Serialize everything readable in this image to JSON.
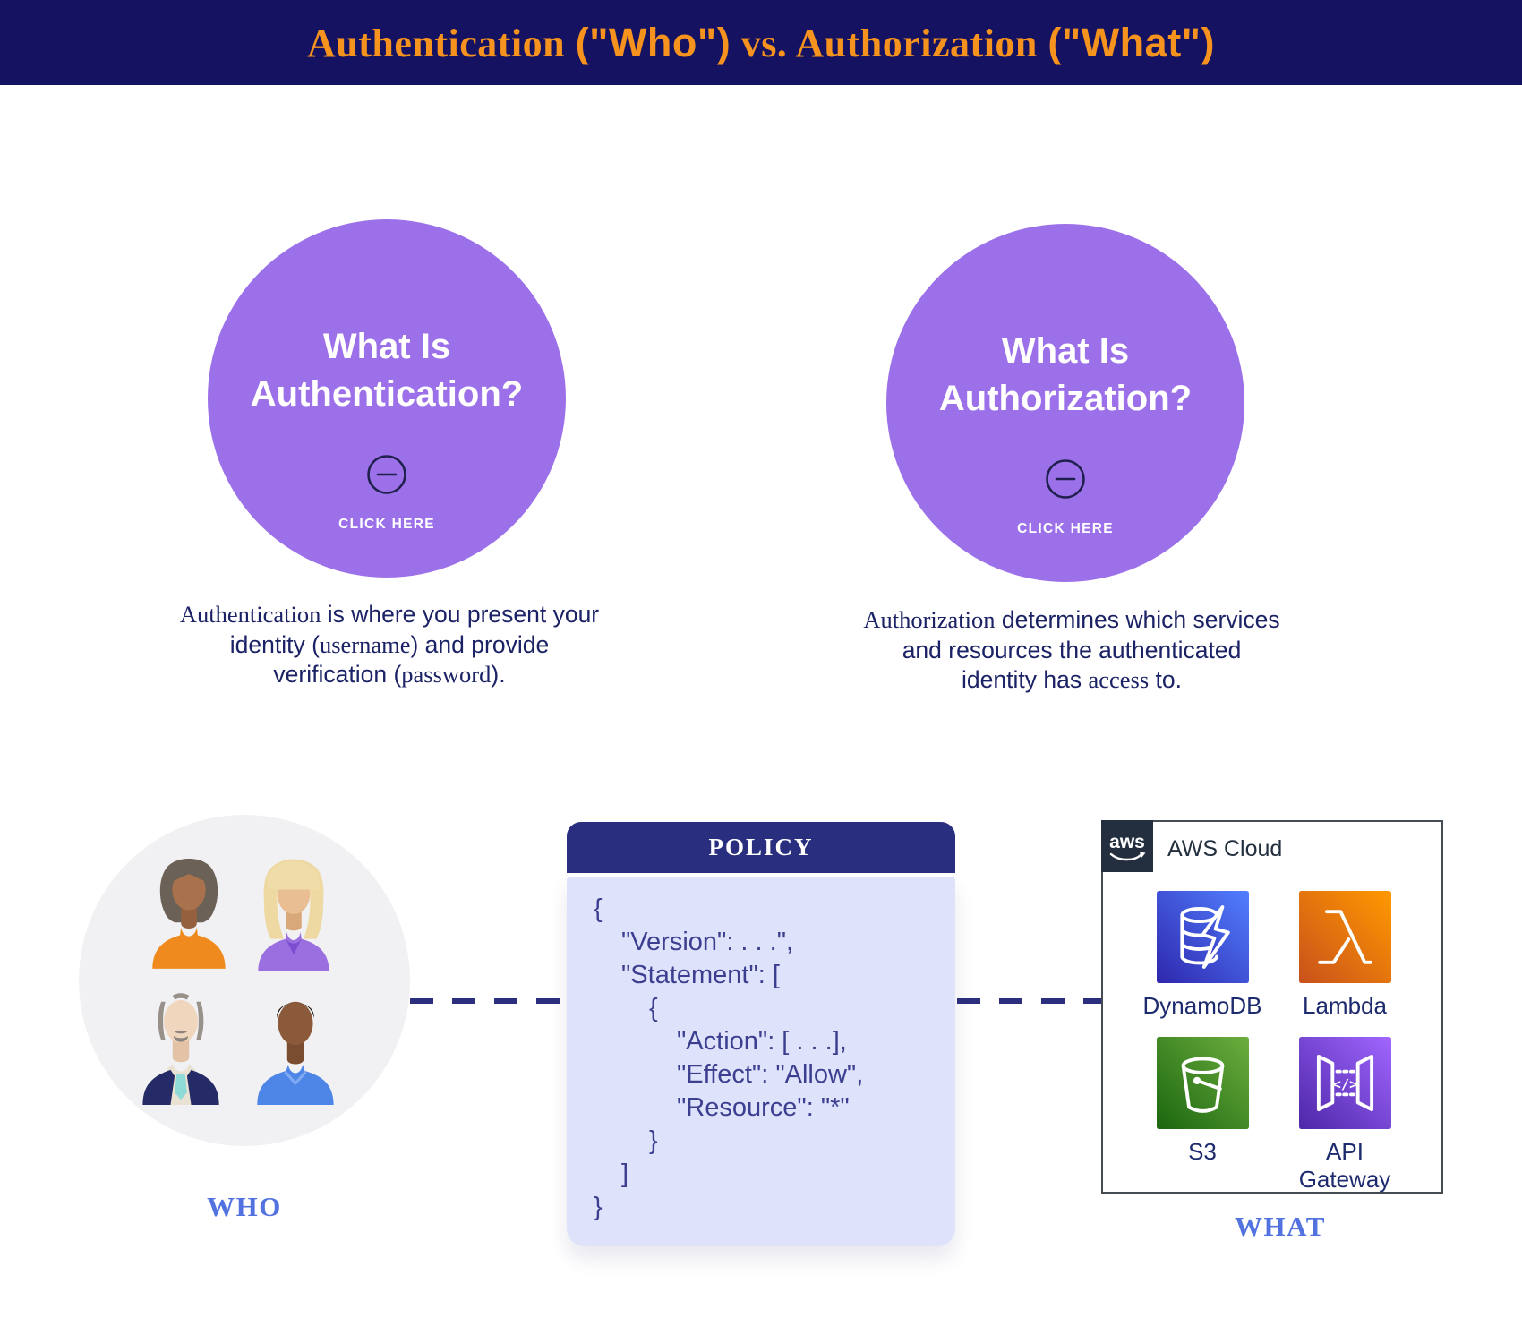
{
  "banner": {
    "title_segments": [
      {
        "text": "Authentication ",
        "font": "serif"
      },
      {
        "text": "(\"Who\")",
        "font": "sans"
      },
      {
        "text": " vs. ",
        "font": "serif"
      },
      {
        "text": "Authorization ",
        "font": "serif"
      },
      {
        "text": "(\"What\")",
        "font": "sans"
      }
    ],
    "bg_color": "#151361",
    "text_color": "#F6921E"
  },
  "cards": [
    {
      "id": "authentication",
      "title_lines": [
        "What Is",
        "Authentication?"
      ],
      "button_label": "CLICK HERE",
      "circle_color": "#9C70E8"
    },
    {
      "id": "authorization",
      "title_lines": [
        "What Is",
        "Authorization?"
      ],
      "button_label": "CLICK HERE",
      "circle_color": "#9C70E8"
    }
  ],
  "descriptions": {
    "authentication": [
      [
        {
          "text": "Authentication",
          "font": "serif"
        },
        {
          "text": " is where you present your",
          "font": "sans"
        }
      ],
      [
        {
          "text": "identity (",
          "font": "sans"
        },
        {
          "text": "username",
          "font": "serif"
        },
        {
          "text": ") and provide",
          "font": "sans"
        }
      ],
      [
        {
          "text": "verification (",
          "font": "sans"
        },
        {
          "text": "password",
          "font": "serif"
        },
        {
          "text": ").",
          "font": "sans"
        }
      ]
    ],
    "authorization": [
      [
        {
          "text": "Authorization",
          "font": "serif"
        },
        {
          "text": " determines which services",
          "font": "sans"
        }
      ],
      [
        {
          "text": "and resources the authenticated",
          "font": "sans"
        }
      ],
      [
        {
          "text": "identity has ",
          "font": "sans"
        },
        {
          "text": "access",
          "font": "serif"
        },
        {
          "text": " to.",
          "font": "sans"
        }
      ]
    ]
  },
  "who_section": {
    "label": "WHO",
    "label_color": "#5272E0"
  },
  "what_section": {
    "label": "WHAT",
    "label_color": "#5272E0"
  },
  "policy": {
    "header": "POLICY",
    "header_bg": "#2A2E7E",
    "body_bg": "#DEE3FB",
    "code_color": "#3C3F90",
    "code_lines": [
      {
        "indent": 0,
        "text": "{"
      },
      {
        "indent": 1,
        "text": "\"Version\": . . .\","
      },
      {
        "indent": 1,
        "text": "\"Statement\": ["
      },
      {
        "indent": 2,
        "text": "{"
      },
      {
        "indent": 3,
        "text": "\"Action\": [ . . .],"
      },
      {
        "indent": 3,
        "text": "\"Effect\": \"Allow\","
      },
      {
        "indent": 3,
        "text": "\"Resource\": \"*\""
      },
      {
        "indent": 2,
        "text": "}"
      },
      {
        "indent": 1,
        "text": "]"
      },
      {
        "indent": 0,
        "text": "}"
      }
    ]
  },
  "aws": {
    "logo_text": "aws",
    "label": "AWS Cloud",
    "badge_bg": "#232F3E",
    "services": [
      {
        "name": "DynamoDB",
        "icon": "dynamodb-icon",
        "gradient": [
          "#2E27AD",
          "#527FFF"
        ]
      },
      {
        "name": "Lambda",
        "icon": "lambda-icon",
        "gradient": [
          "#C8511B",
          "#FF9900"
        ]
      },
      {
        "name": "S3",
        "icon": "s3-icon",
        "gradient": [
          "#1B660F",
          "#6CAE3E"
        ]
      },
      {
        "name": "API Gateway",
        "icon": "api-gateway-icon",
        "gradient": [
          "#4D27A8",
          "#A166FF"
        ]
      }
    ]
  }
}
